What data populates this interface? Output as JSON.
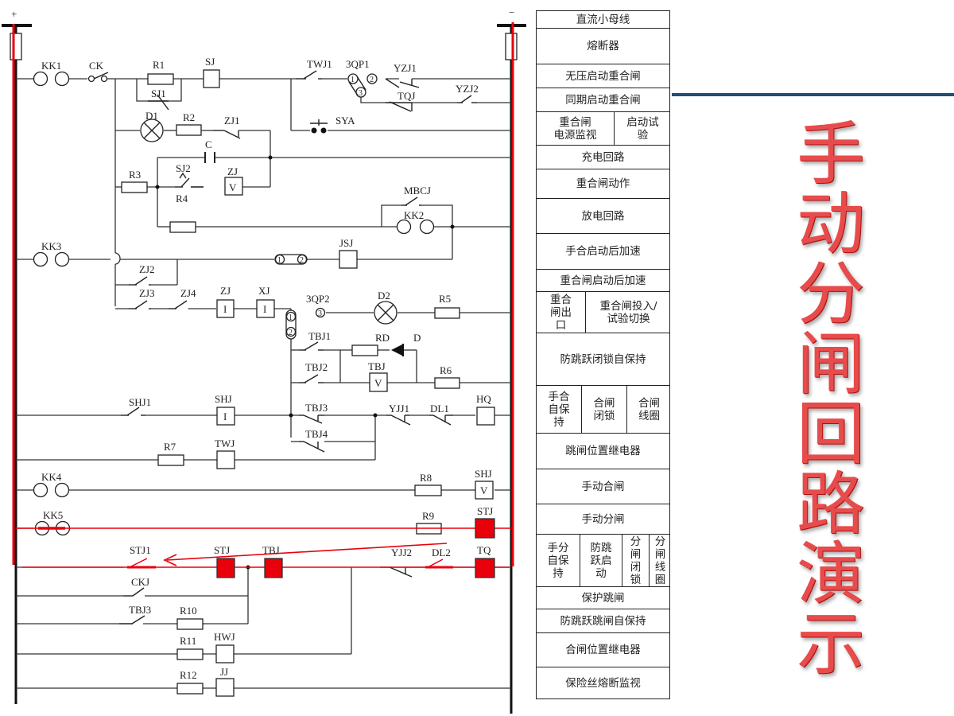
{
  "bus": {
    "positive": "+",
    "negative": "−"
  },
  "labels": {
    "kk1": "KK1",
    "ck": "CK",
    "r1": "R1",
    "sj": "SJ",
    "sj1": "SJ1",
    "twj1": "TWJ1",
    "qp1": "3QP1",
    "yzj1": "YZJ1",
    "yzj2": "YZJ2",
    "tqj": "TQJ",
    "sya": "SYA",
    "d1": "D1",
    "r2": "R2",
    "zj1": "ZJ1",
    "c": "C",
    "r3": "R3",
    "sj2": "SJ2",
    "zj": "ZJ",
    "r4": "R4",
    "mbcj": "MBCJ",
    "kk2": "KK2",
    "kk3": "KK3",
    "jsj": "JSJ",
    "zj2": "ZJ2",
    "zj3": "ZJ3",
    "zj4": "ZJ4",
    "zj_i": "ZJ",
    "xj": "XJ",
    "qp2": "3QP2",
    "d2": "D2",
    "r5": "R5",
    "tbj1": "TBJ1",
    "rd": "RD",
    "d": "D",
    "tbj2": "TBJ2",
    "tbj_v": "TBJ",
    "r6": "R6",
    "shj1": "SHJ1",
    "shj_i": "SHJ",
    "tbj3": "TBJ3",
    "yjj1": "YJJ1",
    "dl1": "DL1",
    "hq": "HQ",
    "tbj4": "TBJ4",
    "r7": "R7",
    "twj": "TWJ",
    "kk4": "KK4",
    "r8": "R8",
    "shj_v": "SHJ",
    "kk5": "KK5",
    "r9": "R9",
    "stj_top": "STJ",
    "stj1": "STJ1",
    "stj": "STJ",
    "tbj": "TBJ",
    "yjj2": "YJJ2",
    "dl2": "DL2",
    "tq": "TQ",
    "ckj": "CKJ",
    "tbj3b": "TBJ3",
    "r10": "R10",
    "r11": "R11",
    "hwj": "HWJ",
    "r12": "R12",
    "jj": "JJ",
    "sym_v": "V",
    "sym_i": "I",
    "n1": "1",
    "n2": "2",
    "n3": "3"
  },
  "highlight_color": "#e8000b",
  "legend": {
    "rows": [
      [
        "直流小母线"
      ],
      [
        "熔断器"
      ],
      [
        "无压启动重合闸"
      ],
      [
        "同期启动重合闸"
      ],
      [
        "重合闸\n电源监视",
        "启动试\n验"
      ],
      [
        "充电回路"
      ],
      [
        "重合闸动作"
      ],
      [
        "放电回路"
      ],
      [
        "手合启动后加速"
      ],
      [
        "重合闸启动后加速"
      ],
      [
        "重合\n闸出\n口",
        "重合闸投入/\n试验切换"
      ],
      [
        "防跳跃闭锁自保持"
      ],
      [
        "手合\n自保\n持",
        "合闸\n闭锁",
        "合闸\n线圈"
      ],
      [
        "跳闸位置继电器"
      ],
      [
        "手动合闸"
      ],
      [
        "手动分闸"
      ],
      [
        "手分\n自保\n持",
        "防跳\n跃启\n动",
        "分\n闸\n闭\n锁",
        "分\n闸\n线\n圈"
      ],
      [
        "保护跳闸"
      ],
      [
        "防跳跃跳闸自保持"
      ],
      [
        "合闸位置继电器"
      ],
      [
        "保险丝熔断监视"
      ]
    ]
  },
  "title": {
    "chars": [
      "手",
      "动",
      "分",
      "闸",
      "回",
      "路",
      "演",
      "示"
    ]
  },
  "accent_color": "#1f4e79"
}
